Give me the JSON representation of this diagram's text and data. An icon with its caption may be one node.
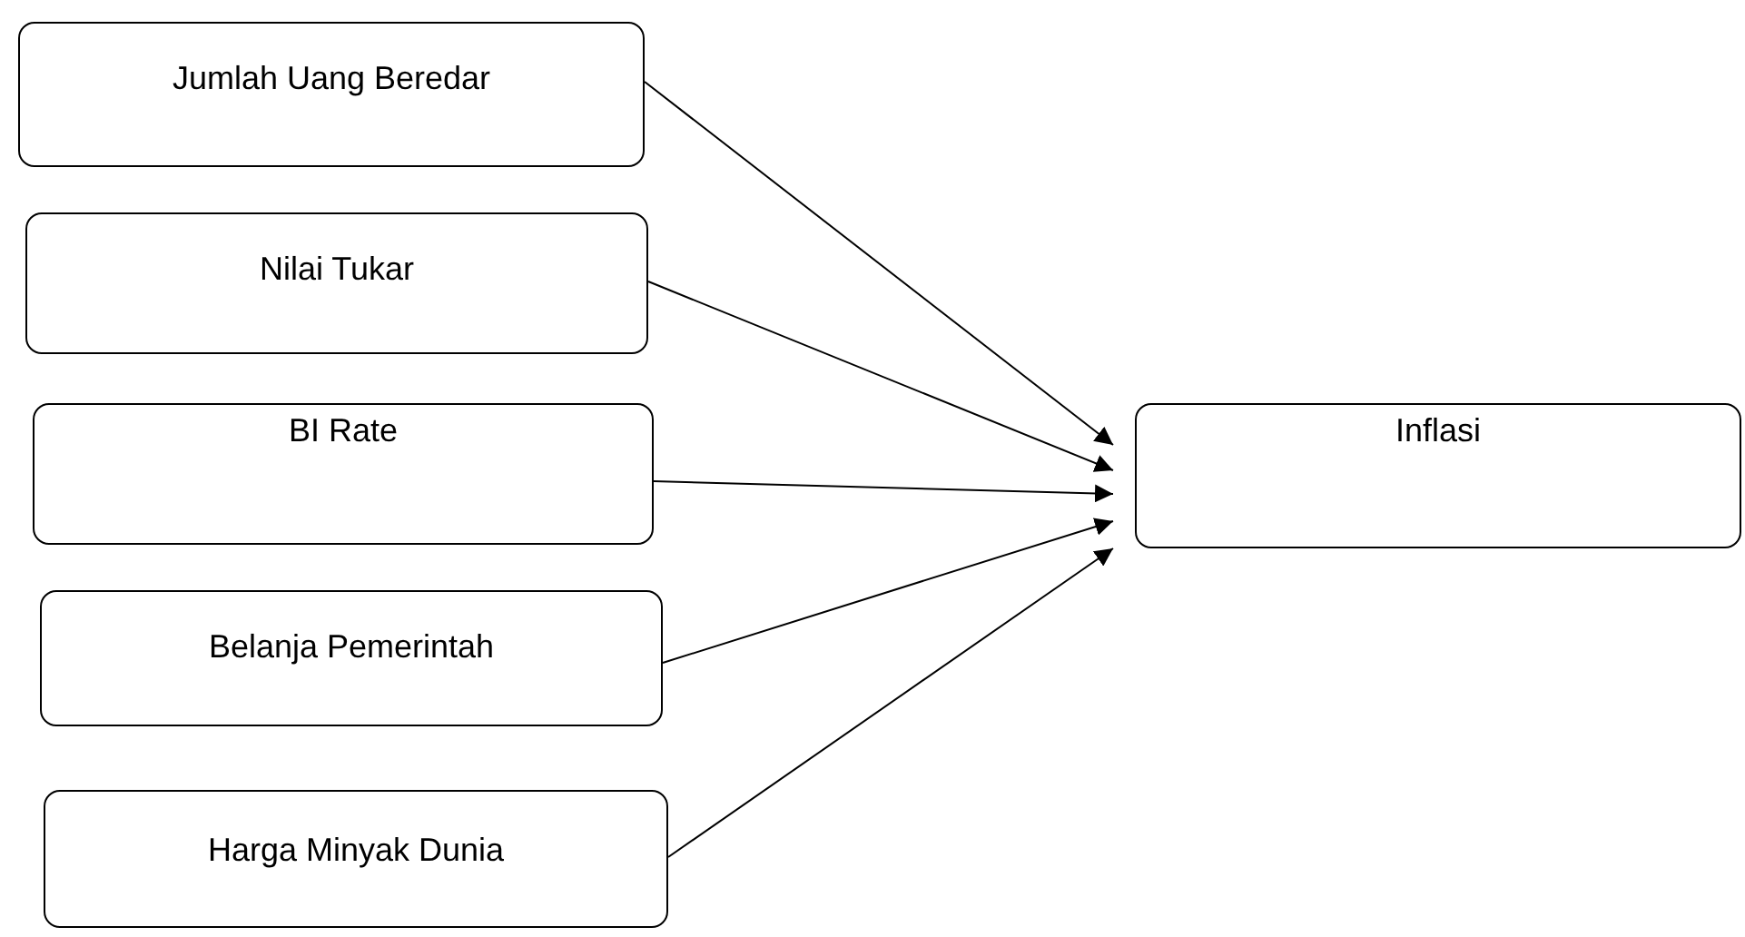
{
  "diagram": {
    "nodes": [
      {
        "text": [
          "Jumlah Uang Beredar"
        ]
      },
      {
        "text": [
          "Nilai Tukar"
        ]
      },
      {
        "text": [
          "BI Rate"
        ]
      },
      {
        "text": [
          "Belanja Pemerintah"
        ]
      },
      {
        "text": [
          "Harga Minyak Dunia"
        ]
      },
      {
        "text": [
          "Inflasi"
        ]
      }
    ],
    "edges": [
      {
        "from": 0,
        "to": 5,
        "arrow": "to"
      },
      {
        "from": 1,
        "to": 5,
        "arrow": "to"
      },
      {
        "from": 2,
        "to": 5,
        "arrow": "to"
      },
      {
        "from": 3,
        "to": 5,
        "arrow": "to"
      },
      {
        "from": 4,
        "to": 5,
        "arrow": "to"
      }
    ]
  }
}
